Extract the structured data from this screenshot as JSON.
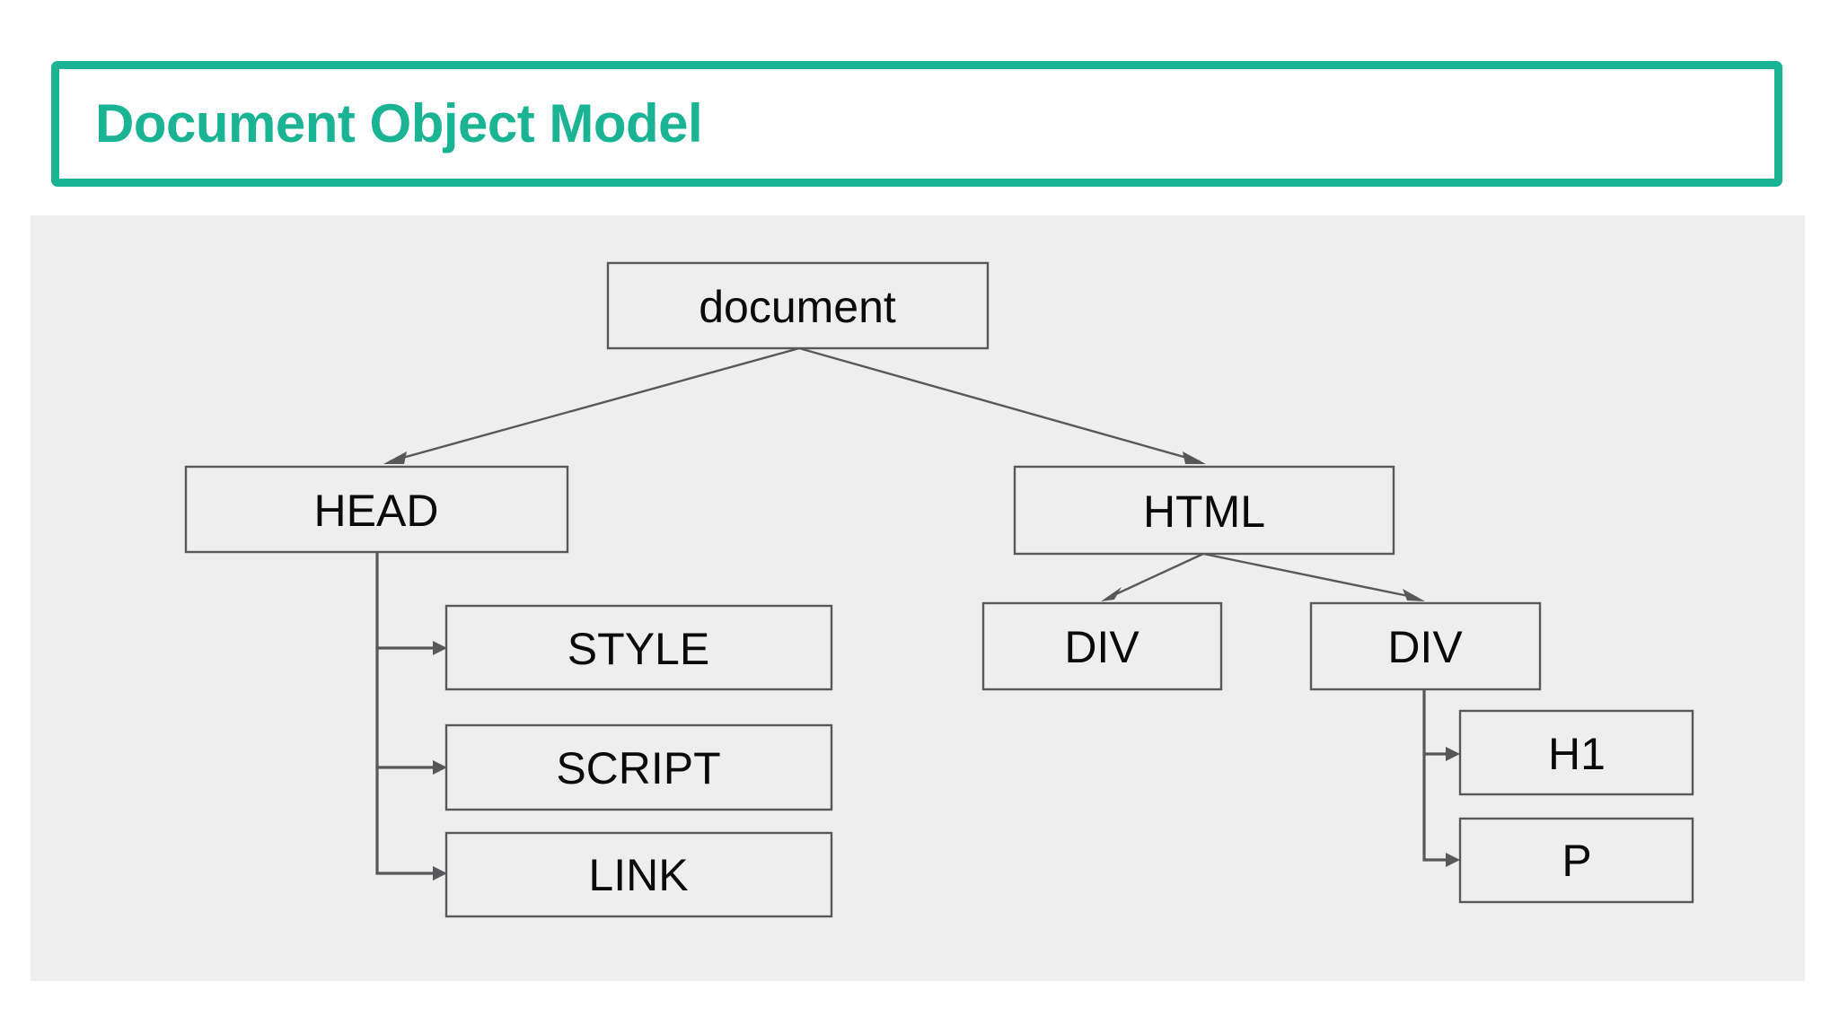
{
  "page": {
    "background_color": "#ffffff"
  },
  "title_bar": {
    "text": "Document Object Model",
    "accent_color": "#1ab394",
    "fill_color": "#fdfefd"
  },
  "diagram": {
    "panel_color": "#eeeeee",
    "node_border_color": "#58585a",
    "node_fill_color": "#eeeeee",
    "node_text_color": "#0a0a0a",
    "edge_color": "#58585a",
    "nodes": {
      "document": "document",
      "head": "HEAD",
      "html": "HTML",
      "style": "STYLE",
      "script": "SCRIPT",
      "link": "LINK",
      "div_left": "DIV",
      "div_right": "DIV",
      "h1": "H1",
      "p": "P"
    },
    "edges": [
      {
        "from": "document",
        "to": "head",
        "style": "diagonal-arrow"
      },
      {
        "from": "document",
        "to": "html",
        "style": "diagonal-arrow"
      },
      {
        "from": "head",
        "to": "style",
        "style": "elbow-arrow"
      },
      {
        "from": "head",
        "to": "script",
        "style": "elbow-arrow"
      },
      {
        "from": "head",
        "to": "link",
        "style": "elbow-arrow"
      },
      {
        "from": "html",
        "to": "div_left",
        "style": "diagonal-arrow"
      },
      {
        "from": "html",
        "to": "div_right",
        "style": "diagonal-arrow"
      },
      {
        "from": "div_right",
        "to": "h1",
        "style": "elbow-arrow"
      },
      {
        "from": "div_right",
        "to": "p",
        "style": "elbow-arrow"
      }
    ]
  }
}
